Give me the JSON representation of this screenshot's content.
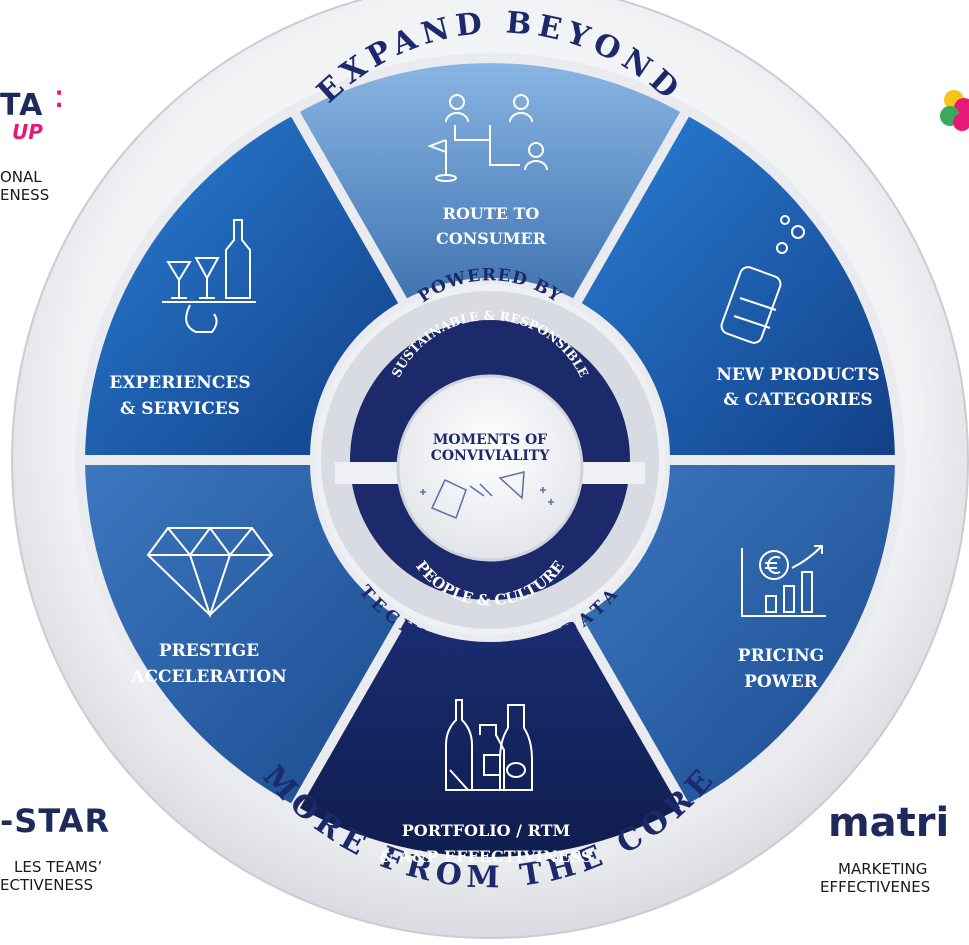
{
  "wheel": {
    "outer_top_text": "EXPAND BEYOND",
    "outer_bottom_text": "MORE FROM THE CORE",
    "segments": {
      "route": {
        "line1": "ROUTE TO",
        "line2": "CONSUMER"
      },
      "new_products": {
        "line1": "NEW PRODUCTS",
        "line2": "& CATEGORIES"
      },
      "pricing": {
        "line1": "PRICING",
        "line2": "POWER"
      },
      "portfolio": {
        "line1": "PORTFOLIO / RTM",
        "line2": "& A&P EFFECTIVINESS"
      },
      "prestige": {
        "line1": "PRESTIGE",
        "line2": "ACCELERATION"
      },
      "experiences": {
        "line1": "EXPERIENCES",
        "line2": "& SERVICES"
      }
    },
    "ring_top_text": "POWERED BY",
    "ring_bottom_text": "TECHNOLOGY & DATA",
    "inner_ring_top": "SUSTAINABLE & RESPONSIBLE",
    "inner_ring_bottom": "PEOPLE & CULTURE",
    "center": {
      "line1": "MOMENTS OF",
      "line2": "CONVIVIALITY"
    }
  },
  "corners": {
    "top_left": {
      "logo": "TA",
      "logo2": "UP",
      "line1": "ONAL",
      "line2": "ENESS"
    },
    "bottom_left": {
      "logo": "-STAR",
      "line1": "LES TEAMS’",
      "line2": "ECTIVENESS"
    },
    "bottom_right": {
      "logo": "matri",
      "line1": "MARKETING",
      "line2": "EFFECTIVENES"
    }
  },
  "colors": {
    "accent_blue": "#1a5fb4",
    "dark_navy": "#1c2a6b",
    "pink": "#e6187a",
    "logo_navy": "#1f2a5c"
  }
}
